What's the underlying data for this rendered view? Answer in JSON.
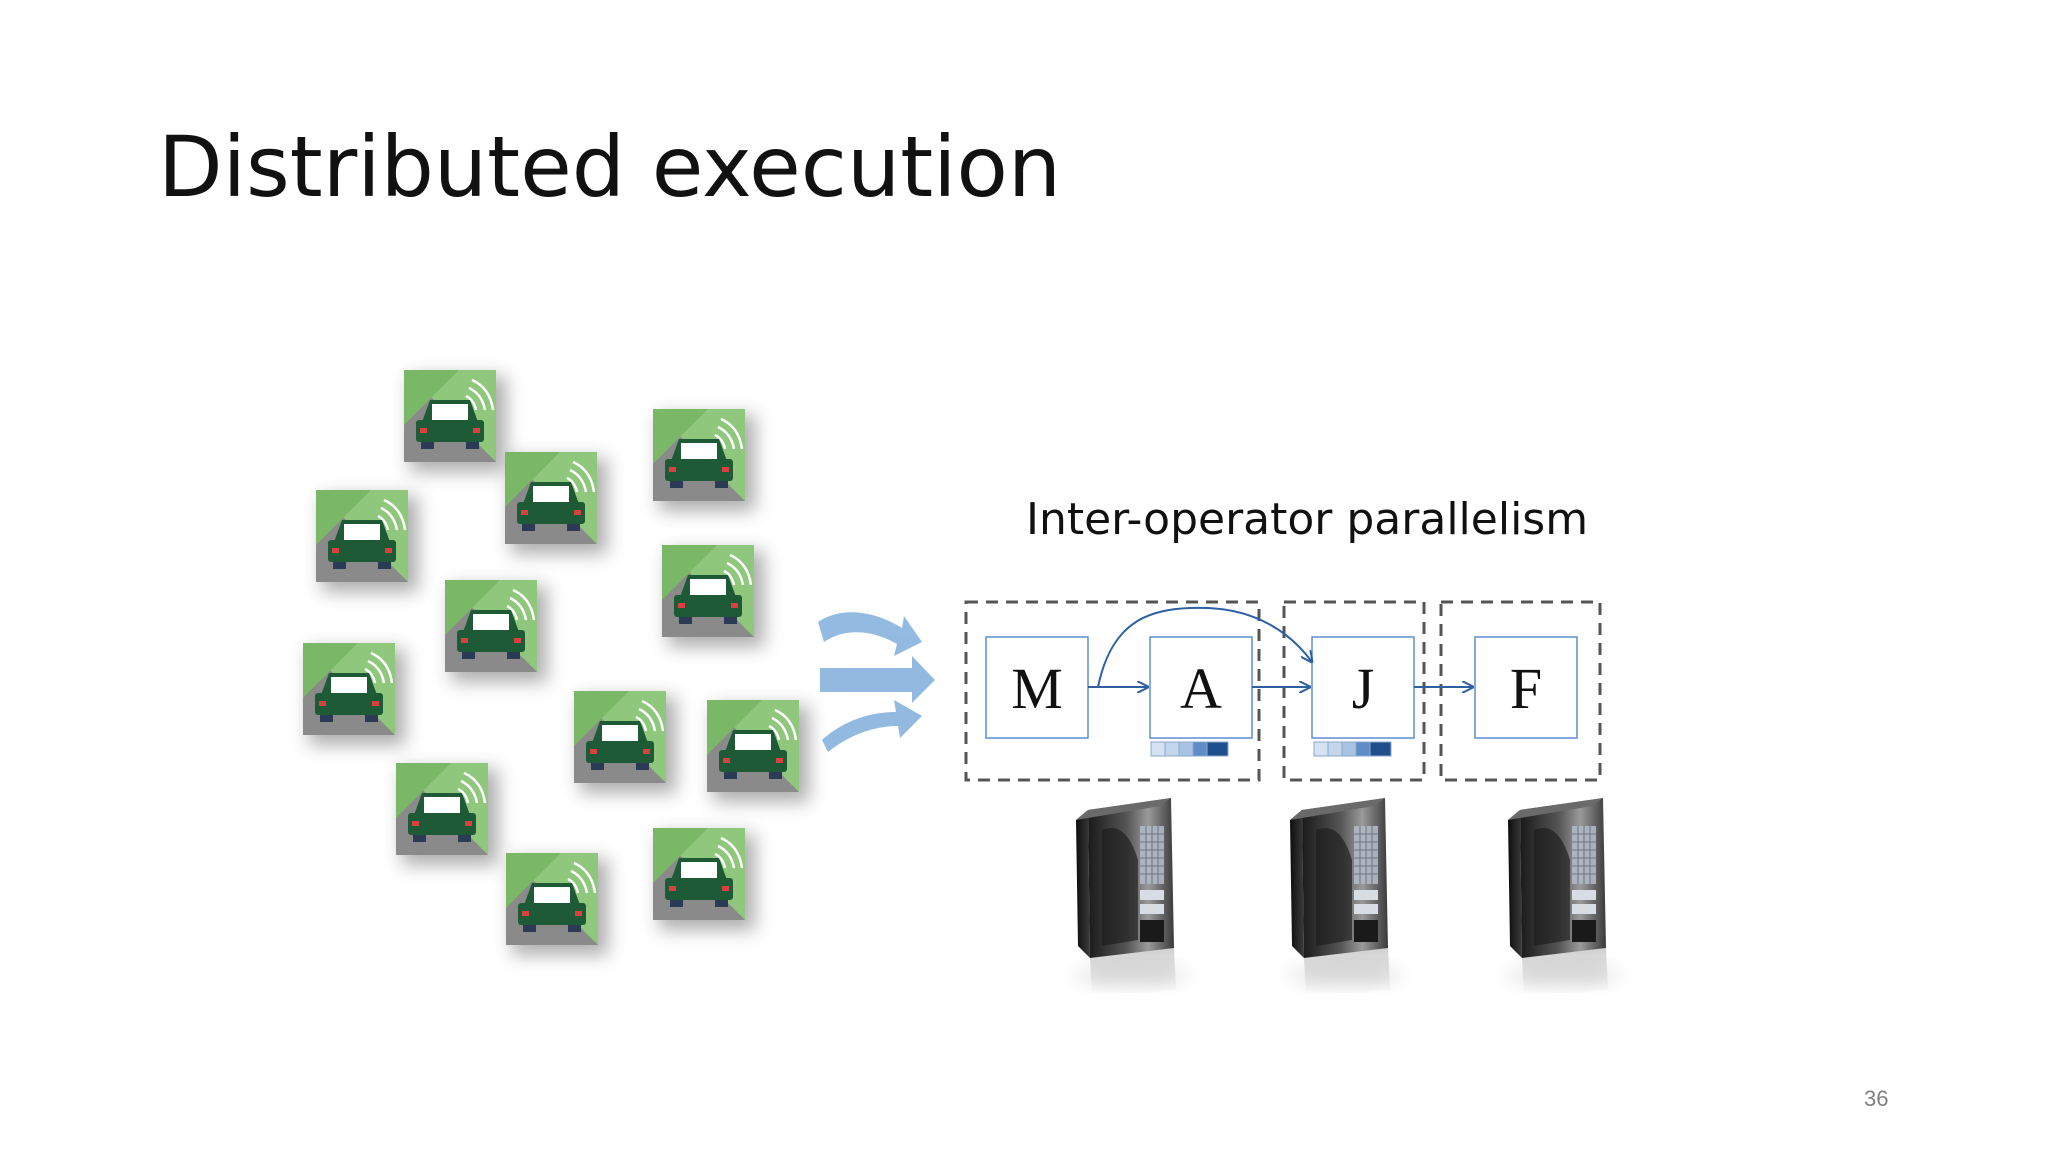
{
  "slide": {
    "title": "Distributed execution",
    "subtitle": "Inter-operator parallelism",
    "page_number": "36"
  },
  "operators": [
    "M",
    "A",
    "J",
    "F"
  ],
  "icons": {
    "source": "connected-car-icon",
    "server": "server-tower-icon",
    "flow": "flow-arrow-icon"
  },
  "colors": {
    "car_tile": "#8fc77c",
    "car_body": "#1f5a36",
    "flow_arrow": "#8db7e0",
    "operator_border": "#5b8fcf",
    "edge": "#2e5fa3",
    "partition_dashes": "#555555",
    "queue_light": "#c6d8ee",
    "queue_dark": "#1f4e8c"
  }
}
